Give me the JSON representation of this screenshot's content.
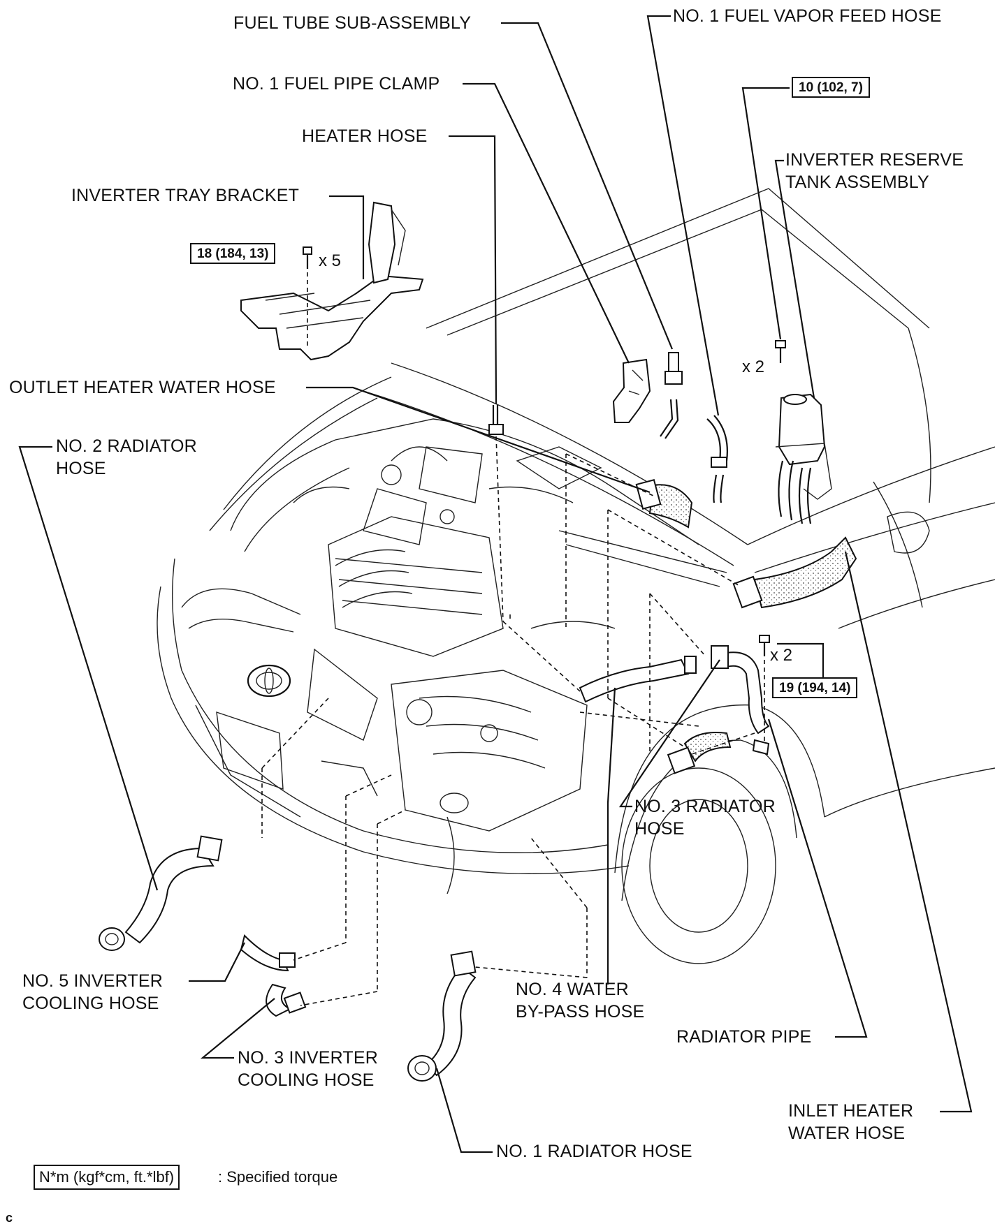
{
  "labels": {
    "fuel_tube_sub_assembly": "FUEL TUBE SUB-ASSEMBLY",
    "no1_fuel_vapor_feed_hose": "NO. 1 FUEL VAPOR FEED HOSE",
    "no1_fuel_pipe_clamp": "NO. 1 FUEL PIPE CLAMP",
    "heater_hose": "HEATER HOSE",
    "inverter_tray_bracket": "INVERTER TRAY BRACKET",
    "inverter_reserve_tank_line1": "INVERTER RESERVE",
    "inverter_reserve_tank_line2": "TANK ASSEMBLY",
    "outlet_heater_water_hose": "OUTLET HEATER WATER HOSE",
    "no2_radiator_hose_line1": "NO. 2 RADIATOR",
    "no2_radiator_hose_line2": "HOSE",
    "no3_radiator_hose_line1": "NO. 3 RADIATOR",
    "no3_radiator_hose_line2": "HOSE",
    "no5_inverter_cooling_hose_line1": "NO. 5 INVERTER",
    "no5_inverter_cooling_hose_line2": "COOLING HOSE",
    "no4_water_bypass_hose_line1": "NO. 4 WATER",
    "no4_water_bypass_hose_line2": "BY-PASS HOSE",
    "radiator_pipe": "RADIATOR PIPE",
    "no3_inverter_cooling_hose_line1": "NO. 3 INVERTER",
    "no3_inverter_cooling_hose_line2": "COOLING HOSE",
    "inlet_heater_water_hose_line1": "INLET HEATER",
    "inlet_heater_water_hose_line2": "WATER HOSE",
    "no1_radiator_hose": "NO. 1 RADIATOR HOSE"
  },
  "torques": {
    "reserve_tank_bolt": "10 (102, 7)",
    "tray_bracket_bolt": "18 (184, 13)",
    "radiator_pipe_bolt": "19 (194, 14)"
  },
  "quantities": {
    "tray_bracket_bolts": "x 5",
    "reserve_tank_bolts": "x 2",
    "radiator_pipe_bolts": "x 2"
  },
  "legend": {
    "unit": "N*m (kgf*cm, ft.*lbf)",
    "description": ": Specified torque"
  },
  "corner_mark": "c"
}
